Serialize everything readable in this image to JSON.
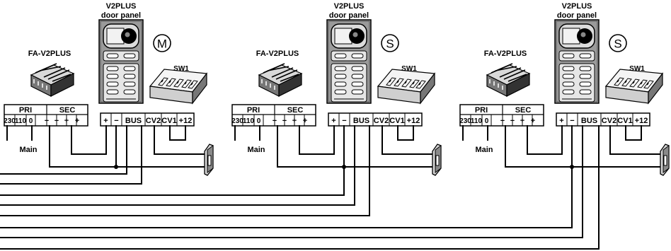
{
  "title": "",
  "units": [
    {
      "power_supply_label": "FA-V2PLUS",
      "door_panel_label": [
        "V2PLUS",
        "door panel"
      ],
      "mode": "M",
      "switch_label": "SW1",
      "pri_header": "PRI",
      "sec_header": "SEC",
      "pri_terminals": [
        "230",
        "110",
        "0"
      ],
      "sec_terminals": [
        "−",
        "−",
        "+",
        "+"
      ],
      "panel_terminals": [
        "+",
        "−",
        "BUS",
        "CV2",
        "CV1",
        "+12"
      ],
      "main_label": "Main"
    },
    {
      "power_supply_label": "FA-V2PLUS",
      "door_panel_label": [
        "V2PLUS",
        "door panel"
      ],
      "mode": "S",
      "switch_label": "SW1",
      "pri_header": "PRI",
      "sec_header": "SEC",
      "pri_terminals": [
        "230",
        "110",
        "0"
      ],
      "sec_terminals": [
        "−",
        "−",
        "+",
        "+"
      ],
      "panel_terminals": [
        "+",
        "−",
        "BUS",
        "CV2",
        "CV1",
        "+12"
      ],
      "main_label": "Main"
    },
    {
      "power_supply_label": "FA-V2PLUS",
      "door_panel_label": [
        "V2PLUS",
        "door panel"
      ],
      "mode": "S",
      "switch_label": "SW1",
      "pri_header": "PRI",
      "sec_header": "SEC",
      "pri_terminals": [
        "230",
        "110",
        "0"
      ],
      "sec_terminals": [
        "−",
        "−",
        "+",
        "+"
      ],
      "panel_terminals": [
        "+",
        "−",
        "BUS",
        "CV2",
        "CV1",
        "+12"
      ],
      "main_label": "Main"
    }
  ]
}
